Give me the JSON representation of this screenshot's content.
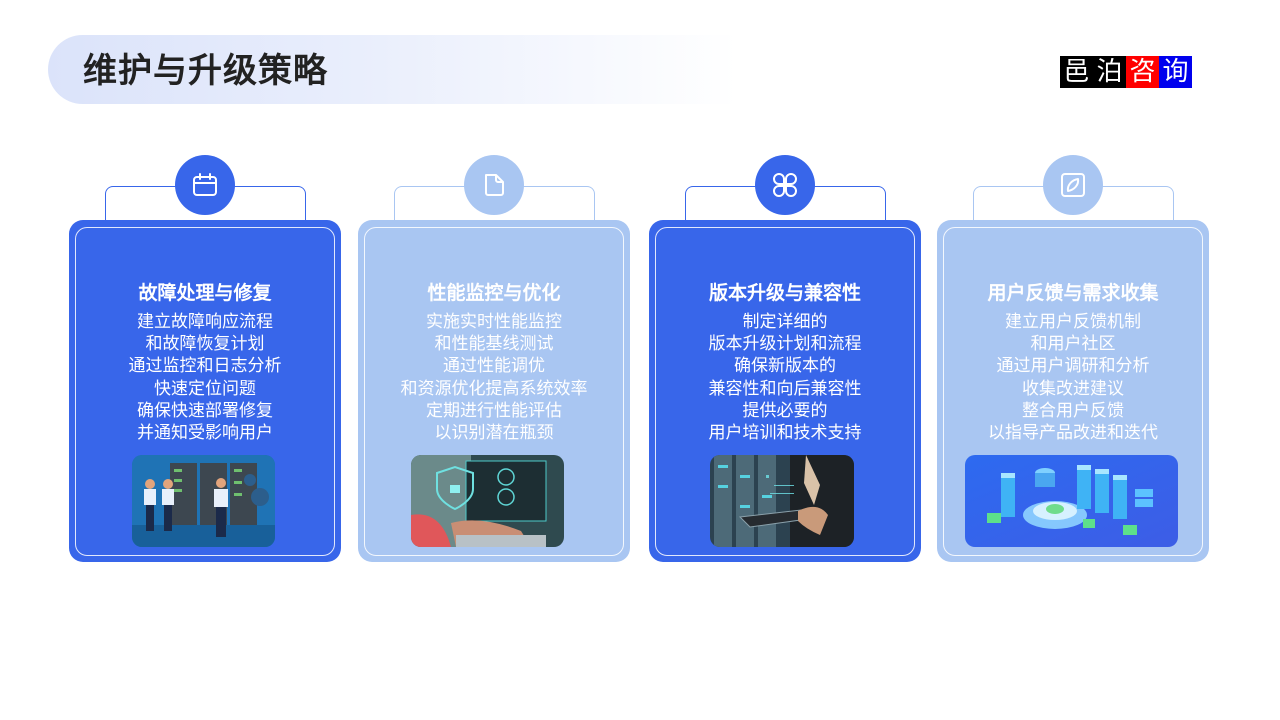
{
  "header": {
    "title": "维护与升级策略"
  },
  "logo": {
    "chars": [
      {
        "char": "邑",
        "bg": "#000000"
      },
      {
        "char": "泊",
        "bg": "#000000"
      },
      {
        "char": "咨",
        "bg": "#ff0000"
      },
      {
        "char": "询",
        "bg": "#0000ee"
      }
    ]
  },
  "colors": {
    "dark_card": "#3866ea",
    "light_card": "#a9c6f2",
    "title_text": "#222222"
  },
  "cards": [
    {
      "icon": "calendar-icon",
      "style": "dark",
      "title": "故障处理与修复",
      "lines": [
        "建立故障响应流程",
        "和故障恢复计划",
        "通过监控和日志分析",
        "快速定位问题",
        "确保快速部署修复",
        "并通知受影响用户"
      ],
      "image": "engineers-in-server-room-illustration"
    },
    {
      "icon": "document-icon",
      "style": "light",
      "title": "性能监控与优化",
      "lines": [
        "实施实时性能监控",
        "和性能基线测试",
        "通过性能调优",
        "和资源优化提高系统效率",
        "定期进行性能评估",
        "以识别潜在瓶颈"
      ],
      "image": "laptop-security-dashboard-photo"
    },
    {
      "icon": "grid-petals-icon",
      "style": "dark",
      "title": "版本升级与兼容性",
      "lines": [
        "制定详细的",
        "版本升级计划和流程",
        "确保新版本的",
        "兼容性和向后兼容性",
        "提供必要的",
        "用户培训和技术支持"
      ],
      "image": "businessman-tablet-datacenter-photo"
    },
    {
      "icon": "leaf-square-icon",
      "style": "light",
      "title": "用户反馈与需求收集",
      "lines": [
        "建立用户反馈机制",
        "和用户社区",
        "通过用户调研和分析",
        "收集改进建议",
        "整合用户反馈",
        "以指导产品改进和迭代"
      ],
      "image": "isometric-cloud-servers-illustration"
    }
  ]
}
